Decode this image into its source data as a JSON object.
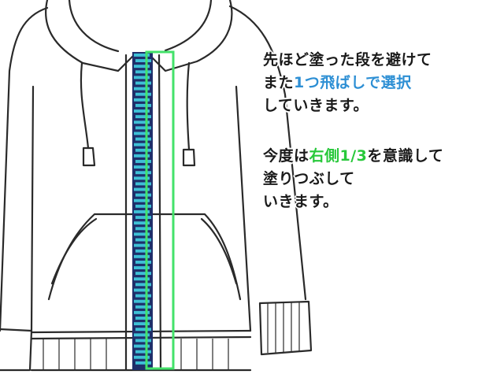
{
  "colors": {
    "outline": "#2a2a2a",
    "zipper_teeth_blue": "#1f2f6a",
    "zipper_teeth_teal": "#3ec0d6",
    "selection_box": "#43e26a",
    "highlight_blue": "#2d8fd4",
    "highlight_green": "#27c83a"
  },
  "caption_top": {
    "line1": "先ほど塗った段を避けて",
    "line2_pre": "また",
    "line2_highlight": "1つ飛ばしで選択",
    "line3": "していきます。"
  },
  "caption_bottom": {
    "line1_pre": "今度は",
    "line1_highlight": "右側1/3",
    "line1_post": "を意識して",
    "line2": "塗りつぶして",
    "line3": "いきます。"
  },
  "zipper": {
    "teeth_count": 56,
    "selected_fraction_label": "右側1/3"
  }
}
